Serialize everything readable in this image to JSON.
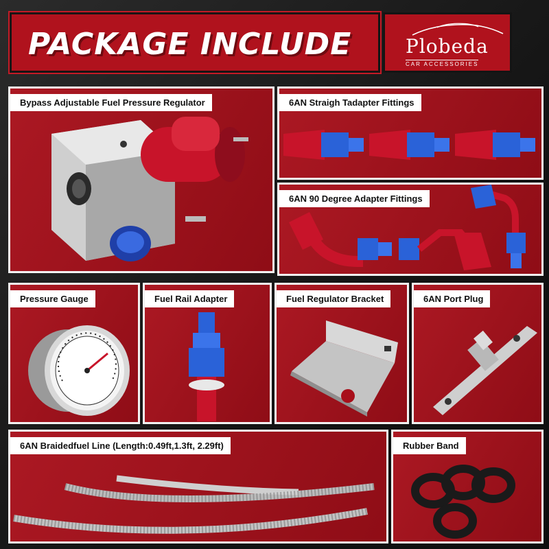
{
  "header": {
    "title": "PACKAGE INCLUDE",
    "brand_name": "Plobeda",
    "brand_sub": "CAR ACCESSORIES"
  },
  "panels": [
    {
      "label": "Bypass Adjustable Fuel  Pressure Regulator"
    },
    {
      "label": "6AN Straigh Tadapter Fittings"
    },
    {
      "label": "6AN 90 Degree Adapter Fittings"
    },
    {
      "label": "Pressure Gauge"
    },
    {
      "label": "Fuel Rail Adapter"
    },
    {
      "label": "Fuel Regulator Bracket"
    },
    {
      "label": "6AN Port Plug"
    },
    {
      "label": "6AN Braidedfuel Line (Length:0.49ft,1.3ft,  2.29ft)"
    },
    {
      "label": "Rubber Band"
    }
  ],
  "colors": {
    "panel_red": "#a80f1a",
    "fitting_red": "#c8142a",
    "fitting_blue": "#2a62d8",
    "steel": "#c9c9c9"
  }
}
